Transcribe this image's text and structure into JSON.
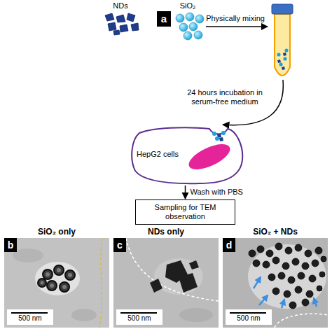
{
  "diagram": {
    "nodes": [
      {
        "text": [
          "a"
        ]
      },
      {
        "text": [
          "HepG2 cells"
        ]
      },
      {
        "text": [
          "Sampling for TEM observation"
        ]
      },
      {
        "text": [
          "SiO₂ only",
          "500 nm"
        ]
      },
      {
        "text": [
          "b"
        ],
        "in": 3
      },
      {
        "text": [
          "NDs only",
          "500 nm"
        ]
      },
      {
        "text": [
          "c"
        ],
        "in": 5
      },
      {
        "text": [
          "SiO₂ + NDs",
          "500 nm"
        ]
      },
      {
        "text": [
          "d"
        ],
        "in": 7
      }
    ],
    "edges": [
      {
        "from": 1,
        "to": 2,
        "arrow": "to",
        "label": "Wash with PBS"
      }
    ],
    "labels": [
      "NDs",
      "SiO₂",
      "Physically mixing",
      "24 hours incubation in serum-free medium"
    ]
  }
}
